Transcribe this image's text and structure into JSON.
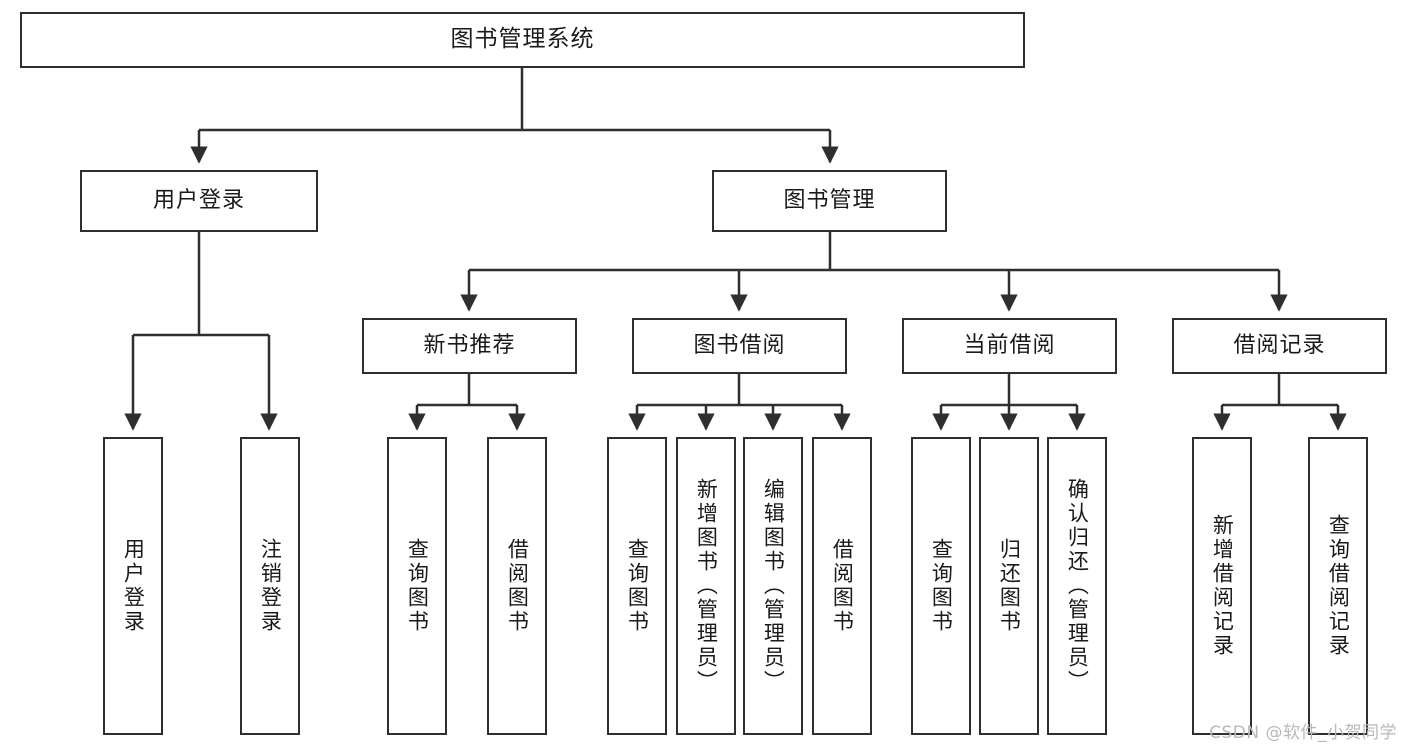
{
  "diagram": {
    "title": "图书管理系统",
    "type": "tree",
    "watermark": "CSDN @软件_小贺同学",
    "colors": {
      "border": "#2f2f2f",
      "background": "#ffffff",
      "text": "#1a1a1a",
      "watermark": "#b9b9b9"
    },
    "root": {
      "label": "图书管理系统"
    },
    "level2": [
      {
        "id": "user-login",
        "label": "用户登录"
      },
      {
        "id": "book-manage",
        "label": "图书管理"
      }
    ],
    "level3": [
      {
        "id": "new-book-recommend",
        "label": "新书推荐"
      },
      {
        "id": "book-borrow",
        "label": "图书借阅"
      },
      {
        "id": "current-borrow",
        "label": "当前借阅"
      },
      {
        "id": "borrow-record",
        "label": "借阅记录"
      }
    ],
    "leaves": {
      "user_login": [
        {
          "id": "leaf-user-login",
          "label": "用户登录"
        },
        {
          "id": "leaf-logout-login",
          "label": "注销登录"
        }
      ],
      "new_book_recommend": [
        {
          "id": "leaf-query-book-1",
          "label": "查询图书"
        },
        {
          "id": "leaf-borrow-book-1",
          "label": "借阅图书"
        }
      ],
      "book_borrow": [
        {
          "id": "leaf-query-book-2",
          "label": "查询图书"
        },
        {
          "id": "leaf-add-book",
          "label": "新增图书（管理员）"
        },
        {
          "id": "leaf-edit-book",
          "label": "编辑图书（管理员）"
        },
        {
          "id": "leaf-borrow-book-2",
          "label": "借阅图书"
        }
      ],
      "current_borrow": [
        {
          "id": "leaf-query-book-3",
          "label": "查询图书"
        },
        {
          "id": "leaf-return-book",
          "label": "归还图书"
        },
        {
          "id": "leaf-confirm-return",
          "label": "确认归还（管理员）"
        }
      ],
      "borrow_record": [
        {
          "id": "leaf-add-record",
          "label": "新增借阅记录"
        },
        {
          "id": "leaf-query-record",
          "label": "查询借阅记录"
        }
      ]
    }
  }
}
